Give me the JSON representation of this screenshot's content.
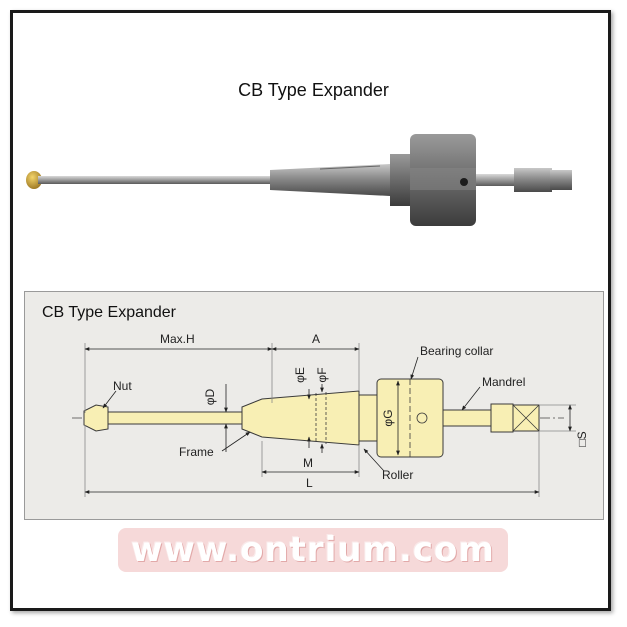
{
  "photo": {
    "title": "CB Type Expander"
  },
  "diagram": {
    "title": "CB Type Expander",
    "labels": {
      "max_h": "Max.H",
      "a": "A",
      "d": "φD",
      "e": "φE",
      "f": "φF",
      "g": "φG",
      "m": "M",
      "l": "L",
      "s": "□S",
      "nut": "Nut",
      "frame": "Frame",
      "bearing_collar": "Bearing collar",
      "mandrel": "Mandrel",
      "roller": "Roller"
    }
  },
  "watermark": {
    "text": "www.ontrium.com"
  },
  "colors": {
    "part_fill": "#f8efb4",
    "part_stroke": "#3a3a3a",
    "panel_bg": "#ecebe8",
    "watermark_bg": "#f6d9d9"
  }
}
